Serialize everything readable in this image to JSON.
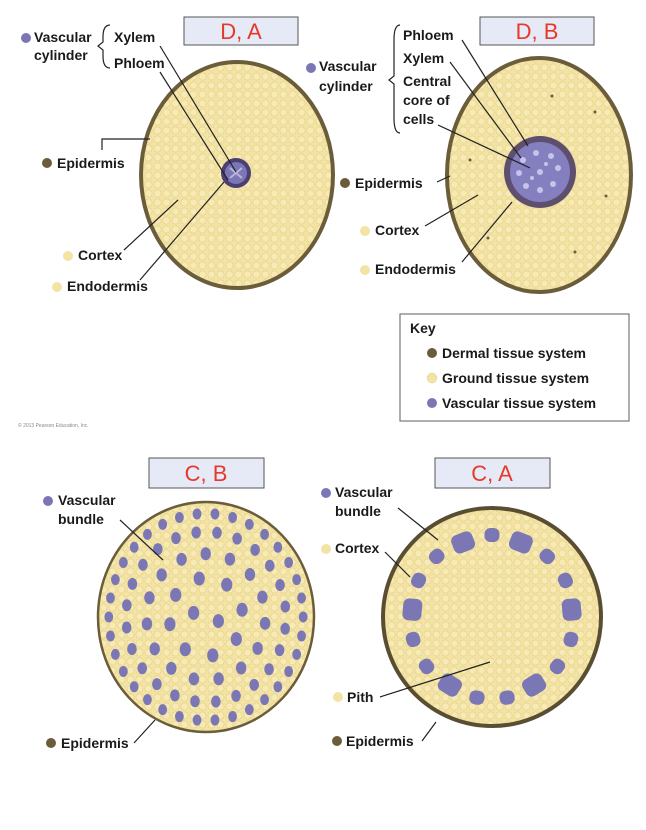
{
  "panels": {
    "top_left": {
      "tag": "D, A",
      "vascular_cylinder": [
        "Vascular",
        "cylinder"
      ],
      "xylem": "Xylem",
      "phloem": "Phloem",
      "epidermis": "Epidermis",
      "cortex": "Cortex",
      "endodermis": "Endodermis"
    },
    "top_right": {
      "tag": "D, B",
      "phloem": "Phloem",
      "xylem": "Xylem",
      "central_core": [
        "Central",
        "core of",
        "cells"
      ],
      "vascular_cylinder": [
        "Vascular",
        "cylinder"
      ],
      "epidermis": "Epidermis",
      "cortex": "Cortex",
      "endodermis": "Endodermis"
    },
    "bottom_left": {
      "tag": "C, B",
      "vascular_bundle": [
        "Vascular",
        "bundle"
      ],
      "epidermis": "Epidermis"
    },
    "bottom_right": {
      "tag": "C, A",
      "vascular_bundle": [
        "Vascular",
        "bundle"
      ],
      "cortex": "Cortex",
      "pith": "Pith",
      "epidermis": "Epidermis"
    }
  },
  "key": {
    "title": "Key",
    "items": [
      "Dermal tissue system",
      "Ground tissue system",
      "Vascular tissue system"
    ]
  },
  "credit": "© 2013 Pearson Education, Inc.",
  "colors": {
    "dermal": "#6b5d3a",
    "ground": "#f3e3a4",
    "vascular": "#7b77b5",
    "tag_text": "#e8382a",
    "tag_fill": "#e6eaf6"
  }
}
